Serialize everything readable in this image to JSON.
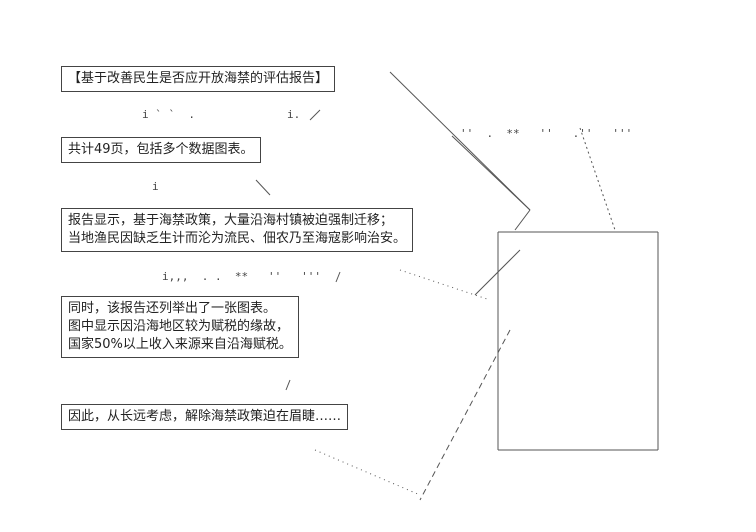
{
  "boxes": {
    "title": "【基于改善民生是否应开放海禁的评估报告】",
    "pages": "共计49页，包括多个数据图表。",
    "finding": [
      "报告显示，基于海禁政策，大量沿海村镇被迫强制迁移；",
      "当地渔民因缺乏生计而沦为流民、佃农乃至海寇影响治安。"
    ],
    "chart": [
      "同时，该报告还列举出了一张图表。",
      "图中显示因沿海地区较为赋税的缘故，",
      "国家50%以上收入来源来自沿海赋税。"
    ],
    "conclusion": "因此，从长远考虑，解除海禁政策迫在眉睫……"
  },
  "ascii_art": {
    "mark_1": "i ` `  .",
    "mark_2": "i.",
    "mark_3": "i",
    "mark_4": "i,,,  . .  **   ''   '''",
    "mark_5": "''  .  **   ''   .''   '''"
  }
}
